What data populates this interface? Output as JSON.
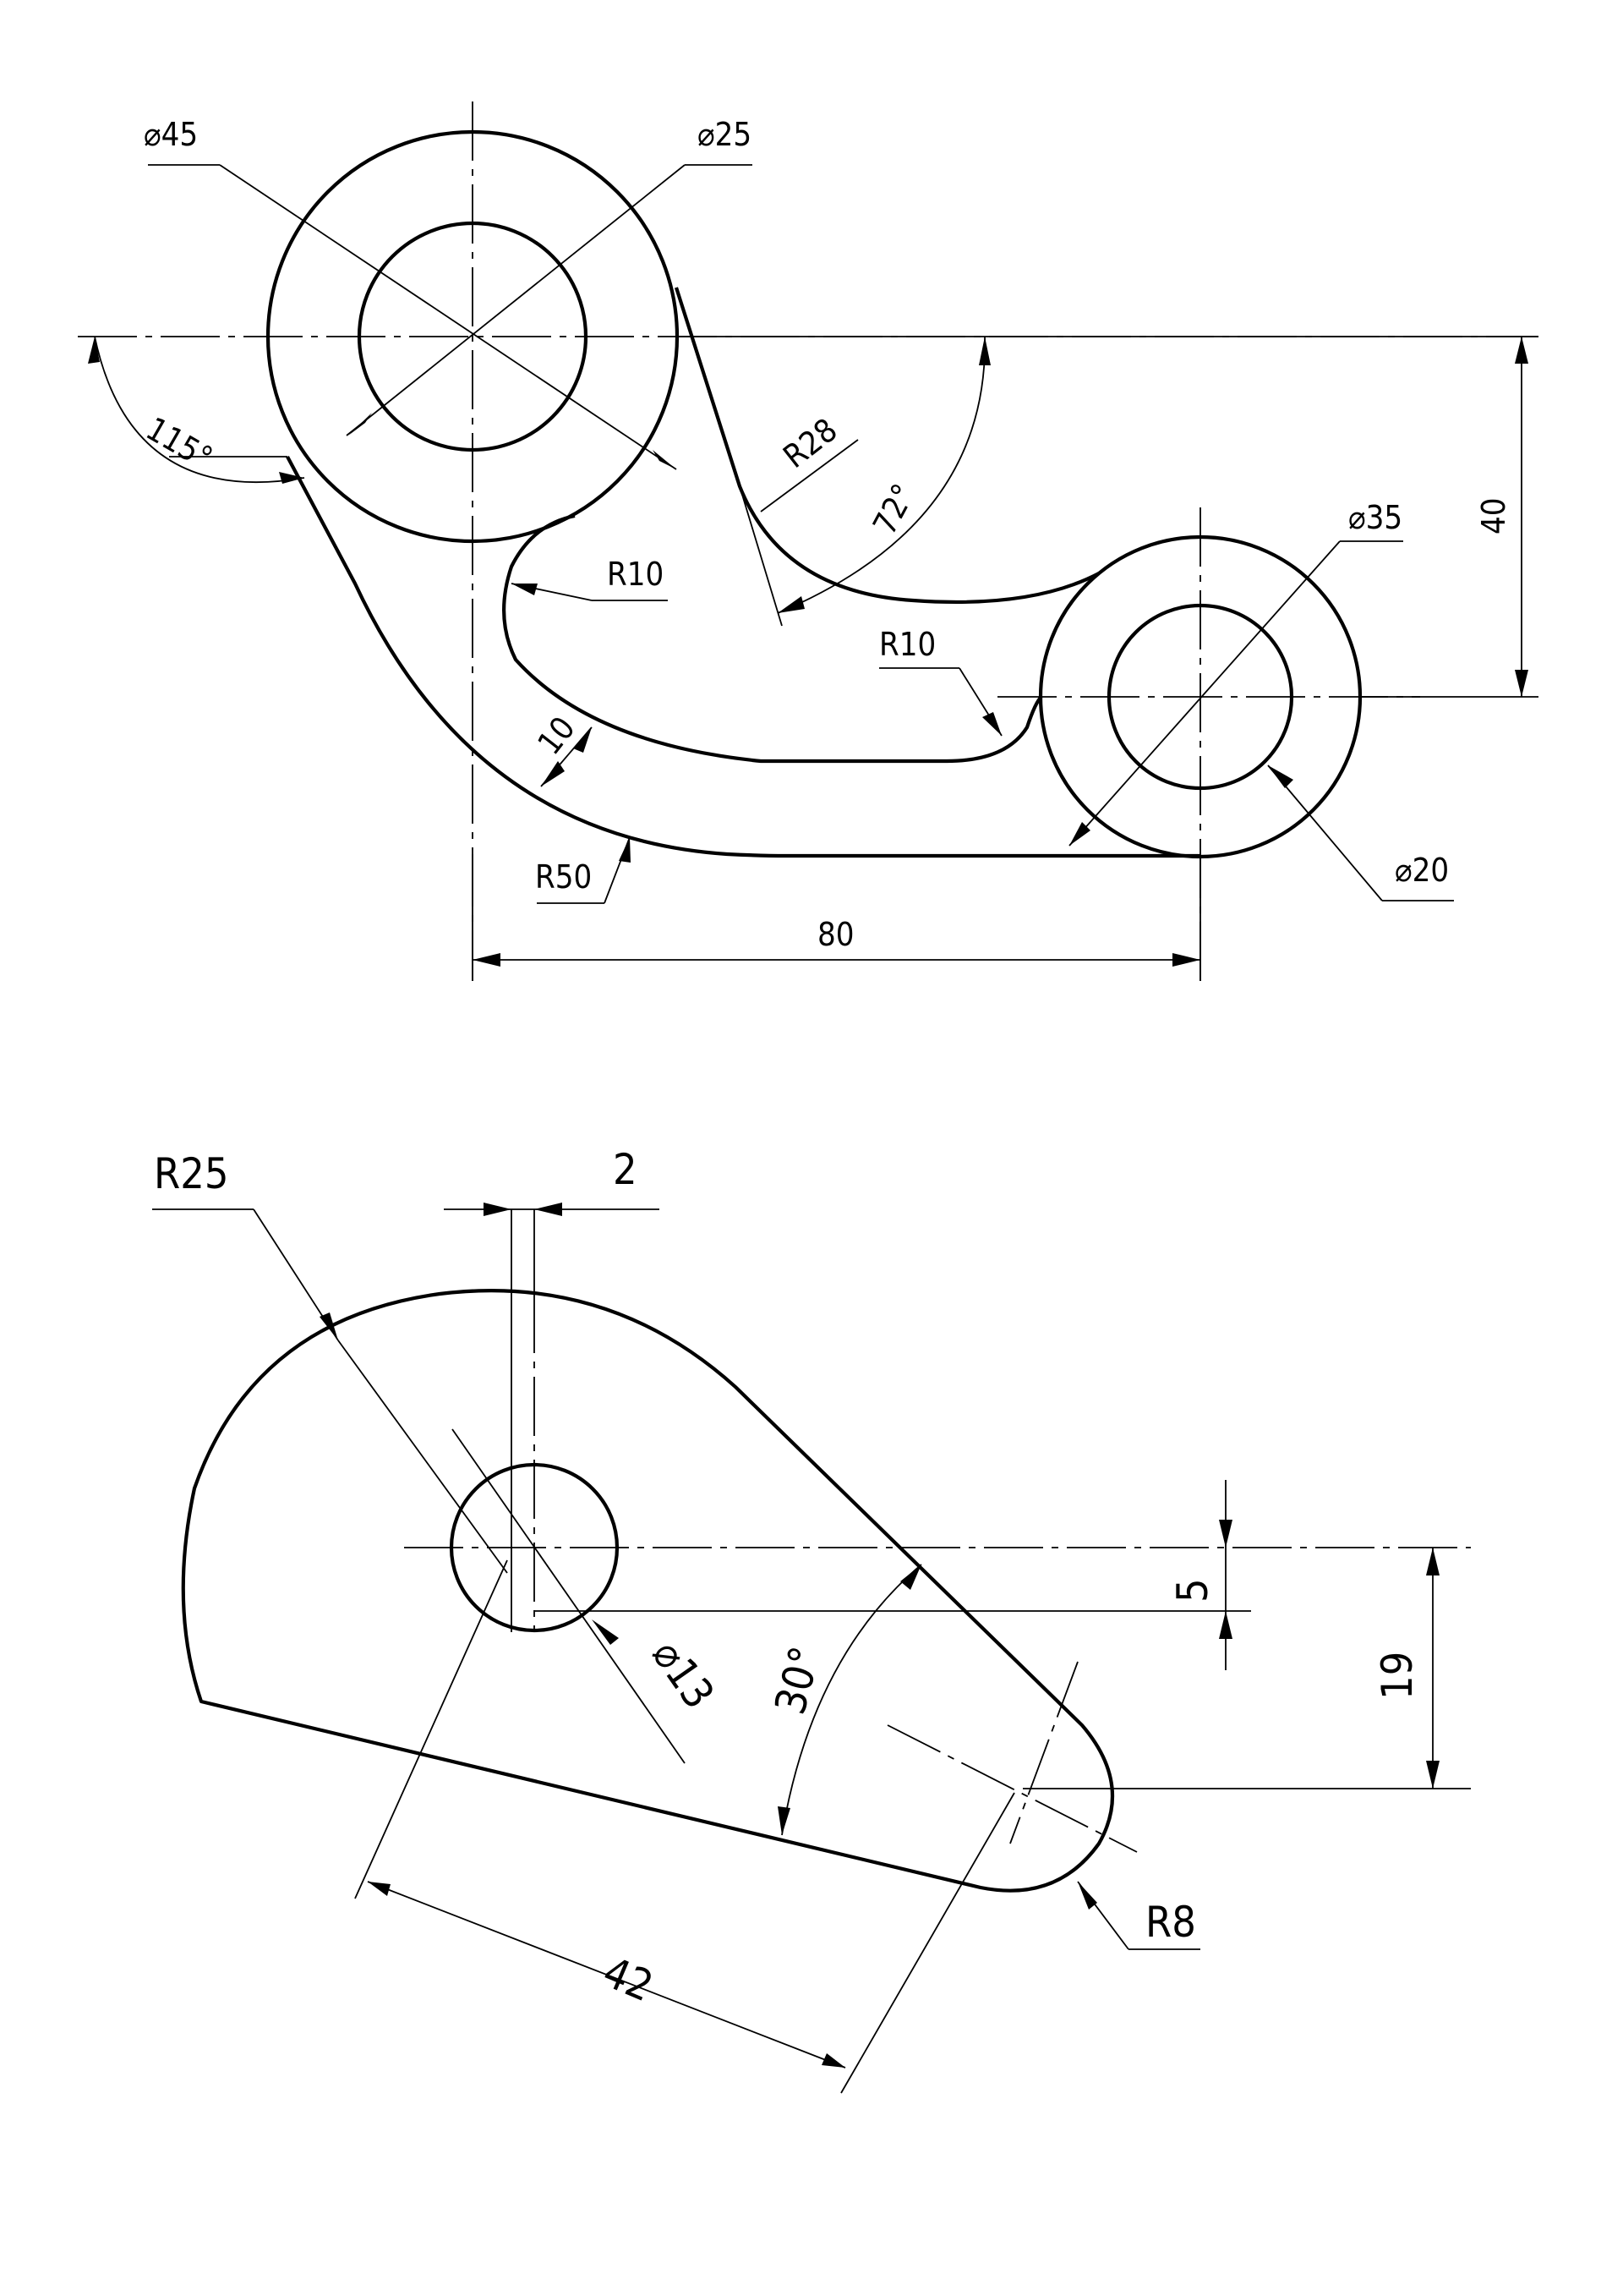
{
  "drawing_1": {
    "dims": {
      "dia_45": "⌀45",
      "dia_25": "⌀25",
      "dia_35": "⌀35",
      "dia_20": "⌀20",
      "angle_115": "115°",
      "angle_72": "72°",
      "r28": "R28",
      "r10_upper": "R10",
      "r10_lower": "R10",
      "r50": "R50",
      "width_10": "10",
      "height_40": "40",
      "length_80": "80"
    }
  },
  "drawing_2": {
    "dims": {
      "r25": "R25",
      "offset_2": "2",
      "offset_5": "5",
      "height_19": "19",
      "dia_13": "⌀13",
      "angle_30": "30°",
      "length_42": "42",
      "r8": "R8"
    }
  }
}
